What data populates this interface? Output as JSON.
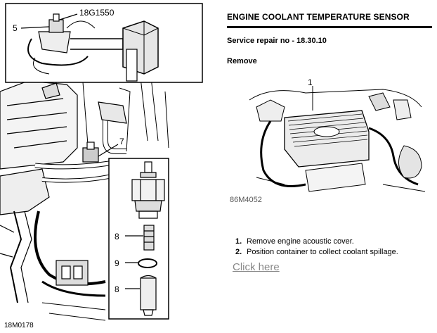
{
  "left_figure": {
    "part_number": "18G1550",
    "callouts": {
      "five": "5",
      "seven": "7",
      "eight_top": "8",
      "nine": "9",
      "eight_bottom": "8"
    },
    "caption": "18M0178"
  },
  "right_panel": {
    "title": "ENGINE COOLANT TEMPERATURE SENSOR",
    "service": "Service repair no - 18.30.10",
    "section": "Remove",
    "photo": {
      "callout": "1",
      "caption": "86M4052"
    },
    "steps": [
      {
        "num": "1.",
        "text": "Remove engine acoustic cover."
      },
      {
        "num": "2.",
        "text": "Position container to collect coolant spillage."
      }
    ],
    "link_label": "Click here"
  }
}
